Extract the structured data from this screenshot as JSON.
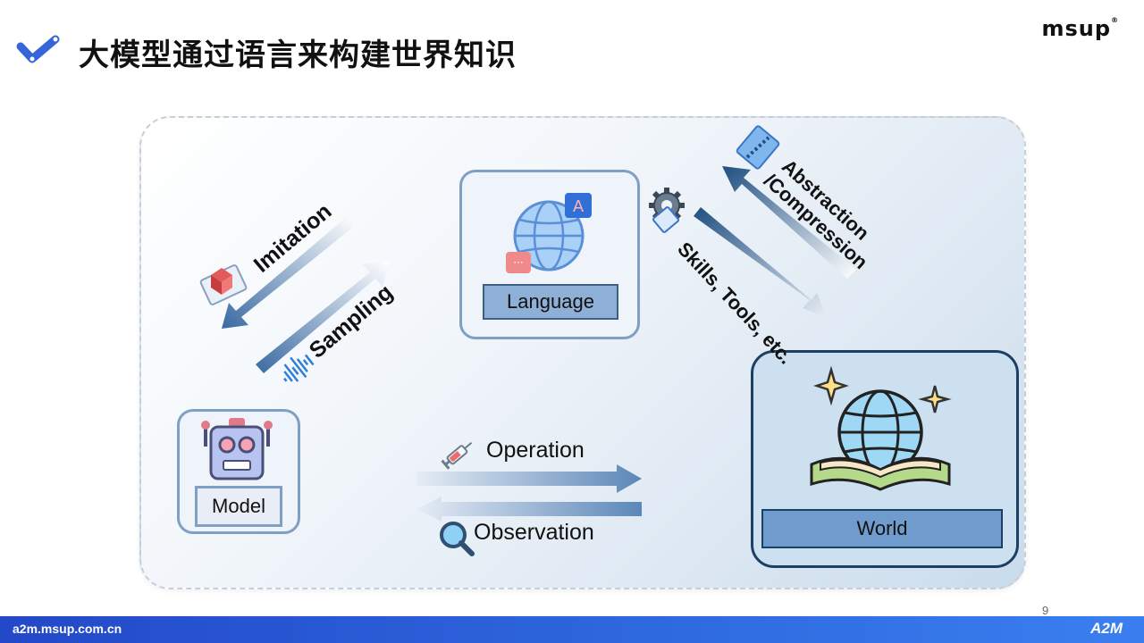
{
  "header": {
    "title": "大模型通过语言来构建世界知识",
    "brand": "msup",
    "brand_mark": "®"
  },
  "diagram": {
    "language_label": "Language",
    "model_label": "Model",
    "world_label": "World",
    "imitation": "Imitation",
    "sampling": "Sampling",
    "abstraction_line1": "Abstraction",
    "abstraction_line2": "/Compression",
    "skills": "Skills, Tools, etc.",
    "operation": "Operation",
    "observation": "Observation"
  },
  "footer": {
    "url": "a2m.msup.com.cn",
    "logo": "A2M",
    "page_number": "9"
  },
  "colors": {
    "arrow_dark": "#2f5d8c",
    "arrow_light": "#e3ebf5",
    "footer_blue": "#2348c8"
  }
}
